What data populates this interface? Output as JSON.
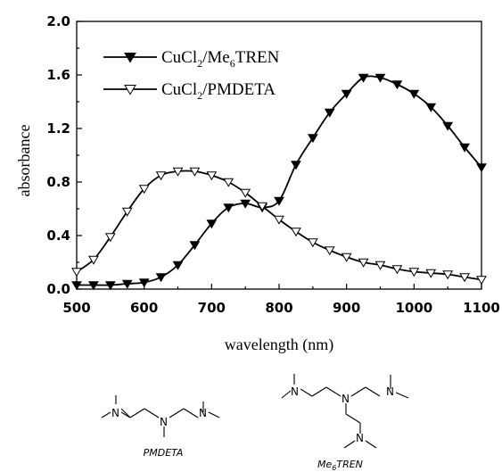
{
  "chart_data": {
    "type": "line",
    "title": "",
    "xlabel": "wavelength (nm)",
    "ylabel": "absorbance",
    "xlim": [
      500,
      1100
    ],
    "ylim": [
      0.0,
      2.0
    ],
    "xticks": [
      500,
      600,
      700,
      800,
      900,
      1000,
      1100
    ],
    "xtick_labels": [
      "500",
      "600",
      "700",
      "800",
      "900",
      "1000",
      "1100"
    ],
    "yticks": [
      0.0,
      0.4,
      0.8,
      1.2,
      1.6,
      2.0
    ],
    "ytick_labels": [
      "0.0",
      "0.4",
      "0.8",
      "1.2",
      "1.6",
      "2.0"
    ],
    "legend_position": "top-left",
    "series": [
      {
        "name": "CuCl2/Me6TREN",
        "label_main": "CuCl",
        "label_sub1": "2",
        "label_mid": "/Me",
        "label_sub2": "6",
        "label_end": "TREN",
        "marker": "filled-down-triangle",
        "color": "#000000",
        "x": [
          500,
          525,
          550,
          575,
          600,
          625,
          650,
          675,
          700,
          725,
          750,
          775,
          800,
          825,
          850,
          875,
          900,
          925,
          950,
          975,
          1000,
          1025,
          1050,
          1075,
          1100
        ],
        "y": [
          0.03,
          0.03,
          0.03,
          0.04,
          0.05,
          0.09,
          0.18,
          0.33,
          0.49,
          0.61,
          0.64,
          0.61,
          0.66,
          0.93,
          1.13,
          1.32,
          1.46,
          1.58,
          1.58,
          1.53,
          1.46,
          1.36,
          1.22,
          1.06,
          0.91
        ]
      },
      {
        "name": "CuCl2/PMDETA",
        "label_main": "CuCl",
        "label_sub1": "2",
        "label_mid": "/PMDETA",
        "label_sub2": "",
        "label_end": "",
        "marker": "open-down-triangle",
        "color": "#000000",
        "x": [
          500,
          525,
          550,
          575,
          600,
          625,
          650,
          675,
          700,
          725,
          750,
          775,
          800,
          825,
          850,
          875,
          900,
          925,
          950,
          975,
          1000,
          1025,
          1050,
          1075,
          1100
        ],
        "y": [
          0.13,
          0.22,
          0.39,
          0.58,
          0.75,
          0.85,
          0.88,
          0.88,
          0.85,
          0.8,
          0.72,
          0.62,
          0.52,
          0.43,
          0.35,
          0.29,
          0.24,
          0.2,
          0.18,
          0.15,
          0.13,
          0.12,
          0.11,
          0.09,
          0.07
        ]
      }
    ]
  },
  "structures": [
    {
      "label": "PMDETA",
      "atom_symbol": "N"
    },
    {
      "label_main": "Me",
      "label_sub": "6",
      "label_end": "TREN",
      "atom_symbol": "N"
    }
  ]
}
